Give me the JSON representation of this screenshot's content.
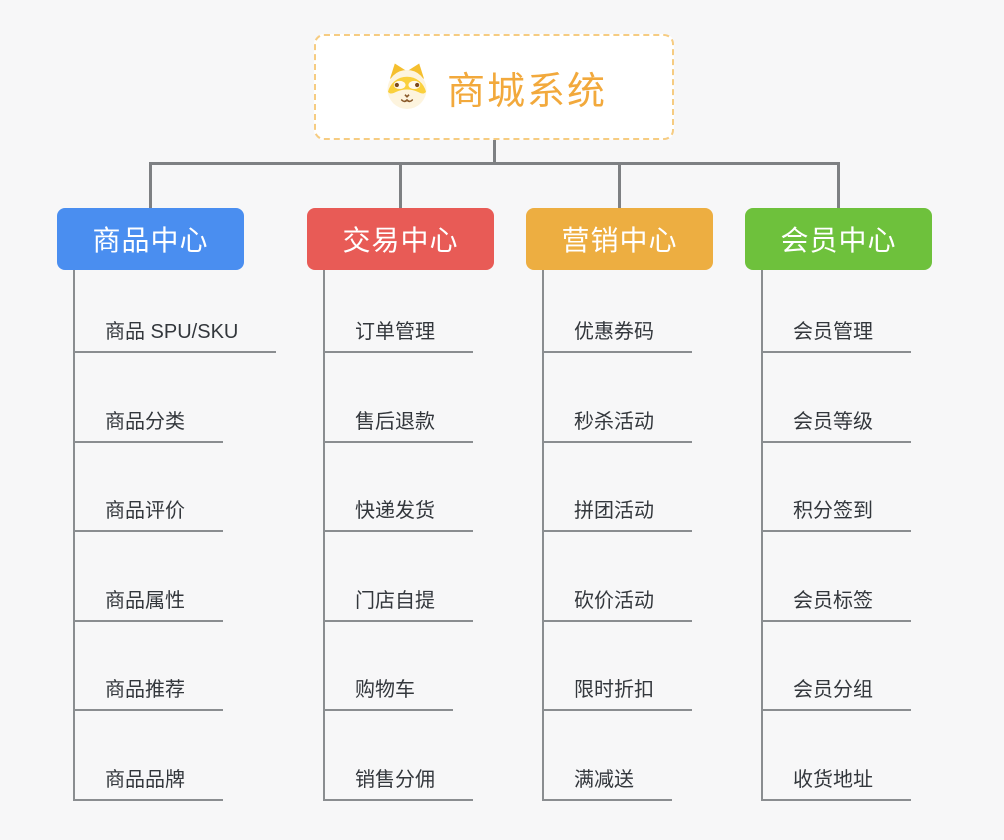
{
  "root": {
    "title": "商城系统",
    "icon": "dog-face-icon"
  },
  "branches": [
    {
      "label": "商品中心",
      "color": "#4A8EF0",
      "items": [
        "商品 SPU/SKU",
        "商品分类",
        "商品评价",
        "商品属性",
        "商品推荐",
        "商品品牌"
      ]
    },
    {
      "label": "交易中心",
      "color": "#E85B56",
      "items": [
        "订单管理",
        "售后退款",
        "快递发货",
        "门店自提",
        "购物车",
        "销售分佣"
      ]
    },
    {
      "label": "营销中心",
      "color": "#EDAE41",
      "items": [
        "优惠券码",
        "秒杀活动",
        "拼团活动",
        "砍价活动",
        "限时折扣",
        "满减送"
      ]
    },
    {
      "label": "会员中心",
      "color": "#6EC13C",
      "items": [
        "会员管理",
        "会员等级",
        "积分签到",
        "会员标签",
        "会员分组",
        "收货地址"
      ]
    }
  ],
  "colors": {
    "background": "#F7F7F8",
    "root_border": "#F6CC82",
    "root_text": "#F2A93C",
    "connector_line": "#7E8083",
    "leaf_line": "#8A8D90",
    "leaf_text": "#33373C",
    "branch_text": "#FFFFFF"
  }
}
